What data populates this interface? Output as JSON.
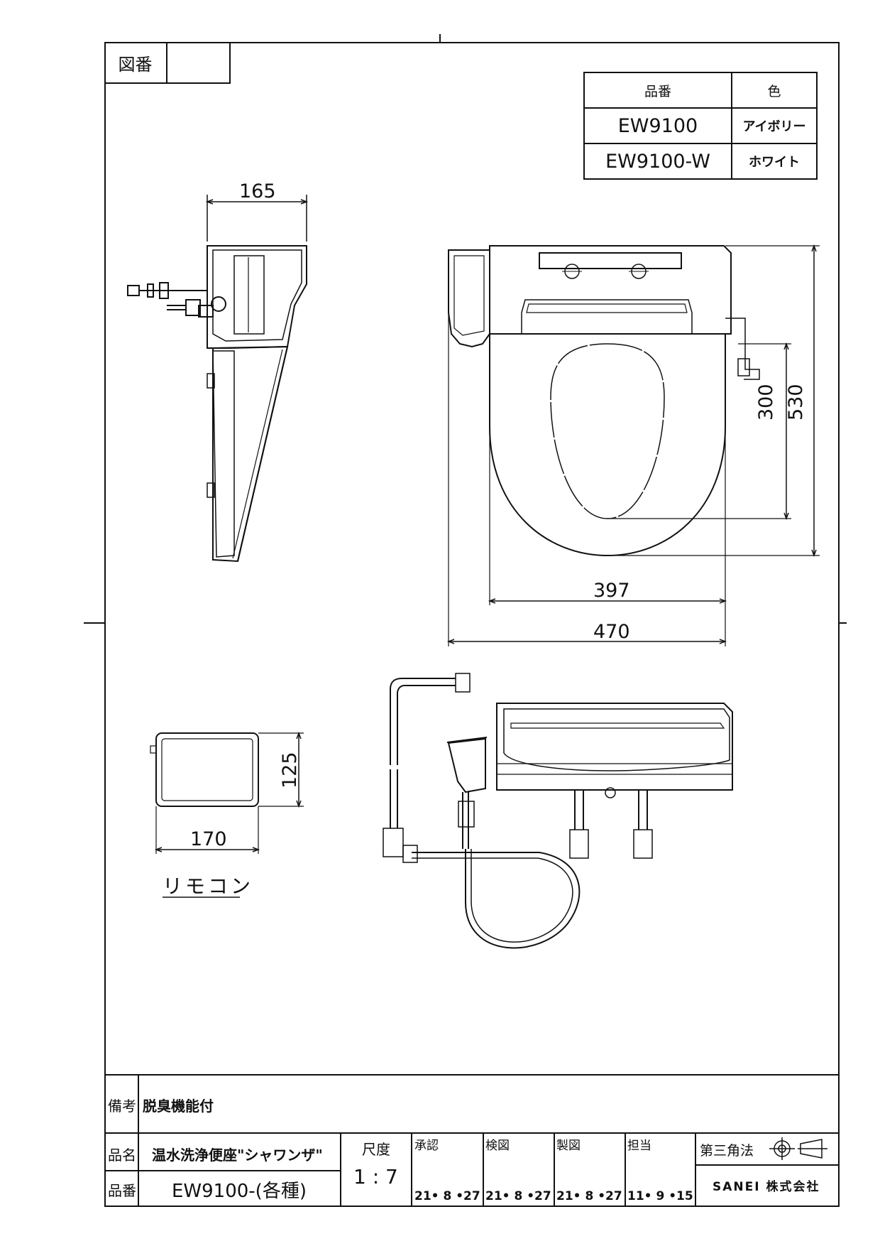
{
  "drawing_number_label": "図番",
  "drawing_number_value": "",
  "color_table": {
    "headers": [
      "品番",
      "色"
    ],
    "rows": [
      {
        "model": "EW9100",
        "color": "アイボリー"
      },
      {
        "model": "EW9100-W",
        "color": "ホワイト"
      }
    ]
  },
  "dimensions": {
    "side_depth": "165",
    "inner_width": "397",
    "outer_width": "470",
    "opening_length": "300",
    "total_length": "530",
    "remote_width": "170",
    "remote_height": "125"
  },
  "remote_label": "リモコン",
  "title_block": {
    "remarks_label": "備考",
    "remarks_value": "脱臭機能付",
    "product_name_label": "品名",
    "product_name_value": "温水洗浄便座\"シャワンザ\"",
    "part_number_label": "品番",
    "part_number_value": "EW9100-(各種)",
    "scale_label": "尺度",
    "scale_value": "1 : 7",
    "approval_label": "承認",
    "approval_date": "21• 8 •27",
    "check_label": "検図",
    "check_date": "21• 8 •27",
    "draft_label": "製図",
    "draft_date": "21• 8 •27",
    "charge_label": "担当",
    "charge_date": "11• 9 •15",
    "projection_label": "第三角法",
    "company": "SANEI 株式会社"
  }
}
